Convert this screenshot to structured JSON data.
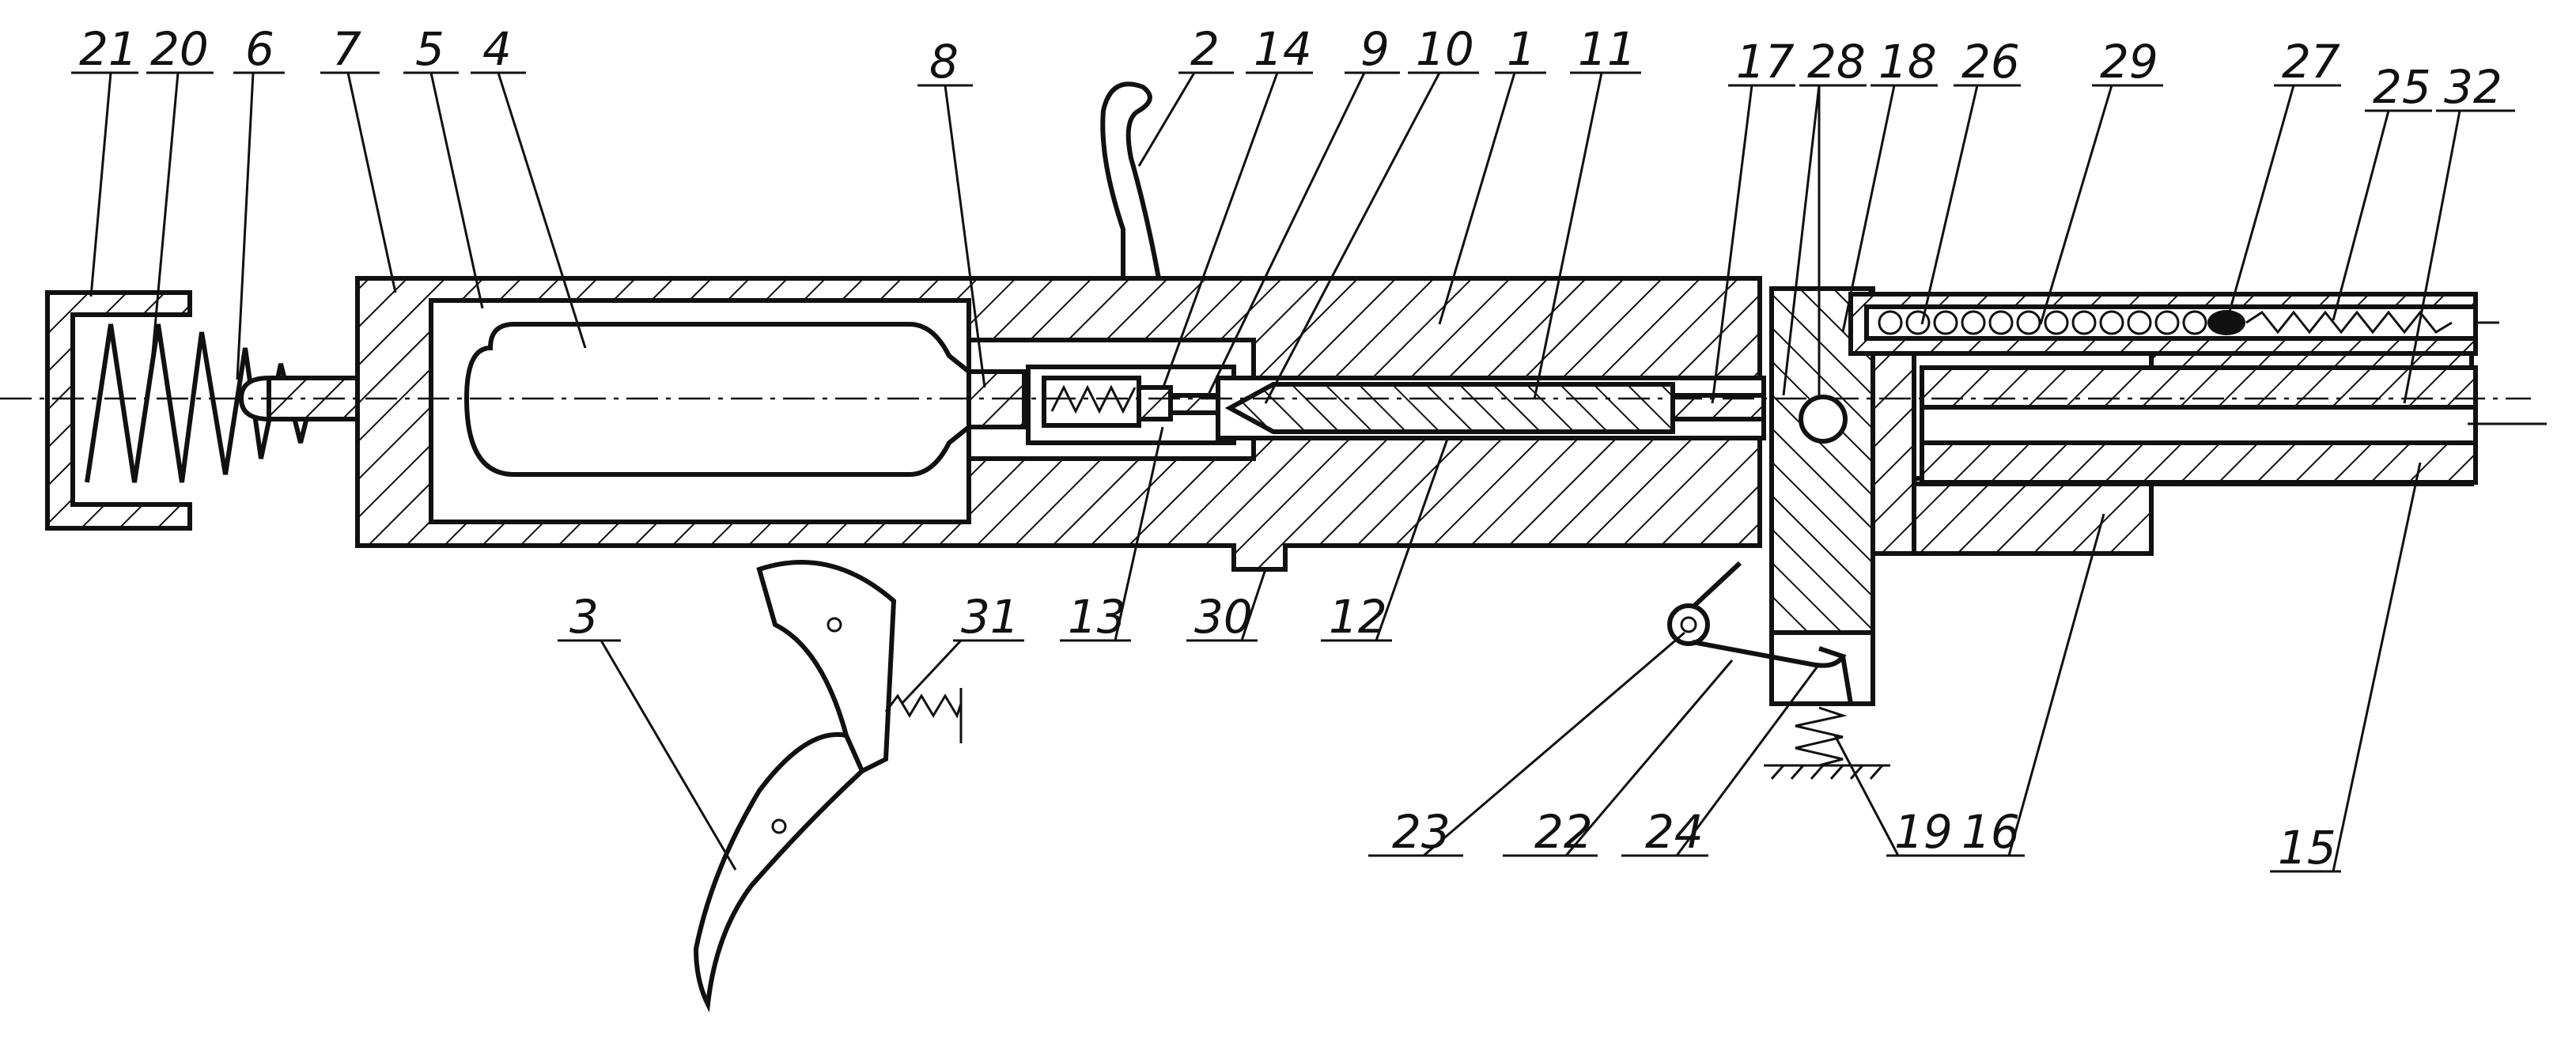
{
  "labels": {
    "l1": "1",
    "l2": "2",
    "l3": "3",
    "l4": "4",
    "l5": "5",
    "l6": "6",
    "l7": "7",
    "l8": "8",
    "l9": "9",
    "l10": "10",
    "l11": "11",
    "l12": "12",
    "l13": "13",
    "l14": "14",
    "l15": "15",
    "l16": "16",
    "l17": "17",
    "l18": "18",
    "l19": "19",
    "l20": "20",
    "l21": "21",
    "l22": "22",
    "l23": "23",
    "l24": "24",
    "l25": "25",
    "l26": "26",
    "l27": "27",
    "l28": "28",
    "l29": "29",
    "l30": "30",
    "l31": "31",
    "l32": "32"
  },
  "colors": {
    "ink": "#111111",
    "paper": "#ffffff"
  }
}
